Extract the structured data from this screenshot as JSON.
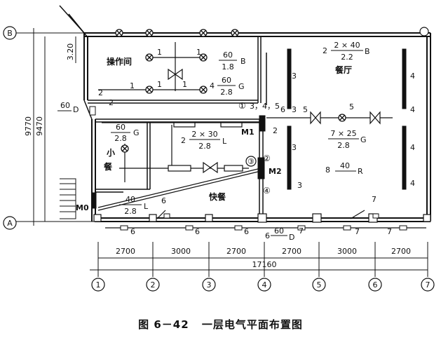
{
  "caption": {
    "figure_no": "图 6－42",
    "title": "一层电气平面布置图"
  },
  "axes": {
    "horizontal_labels": [
      "1",
      "2",
      "3",
      "4",
      "5",
      "6",
      "7"
    ],
    "vertical_labels": [
      "A",
      "B"
    ]
  },
  "dimensions": {
    "spans": [
      "2700",
      "3000",
      "2700",
      "2700",
      "3000",
      "2700"
    ],
    "total": "17160",
    "left_outer": "9770",
    "left_inner": "9470",
    "top_small": "3.20"
  },
  "rooms": {
    "control": "操作间",
    "dining": "餐厅",
    "fast_food": "快餐",
    "small_top": "小",
    "small_bottom": "餐"
  },
  "panels": {
    "m0": "M0",
    "m1": "M1",
    "m2": "M2"
  },
  "fixtures": {
    "control_top": {
      "num": "60",
      "den": "1.8",
      "suffix": "B"
    },
    "control_mid": {
      "prefix": "4",
      "num": "60",
      "den": "2.8",
      "suffix": "G"
    },
    "dining_top": {
      "prefix": "2",
      "num": "2 × 40",
      "den": "2.2",
      "suffix": "B"
    },
    "dining_mid": {
      "num": "7 × 25",
      "den": "2.8",
      "suffix": "G"
    },
    "dining_bottom": {
      "prefix": "8",
      "num": "40",
      "suffix": "R"
    },
    "fast_food_top": {
      "prefix": "2",
      "num": "2 × 30",
      "den": "2.8",
      "suffix": "L"
    },
    "small_room": {
      "num": "60",
      "den": "2.8",
      "suffix": "G"
    },
    "small_bottom": {
      "num": "40",
      "den": "2.8",
      "suffix": "L"
    },
    "left_wall": {
      "num": "60",
      "suffix": "D"
    },
    "bottom_wall": {
      "prefix": "6",
      "num": "60",
      "suffix": "D",
      "tail": "7"
    }
  },
  "circuit_numbers": {
    "n1": "1",
    "n2": "2",
    "n3": "3",
    "n4": "4",
    "n5": "5",
    "n6": "6",
    "n7": "7",
    "circled1": "①",
    "circled2": "②",
    "circled3": "③",
    "circled4": "④",
    "m1_group": "3，4，5",
    "m1_right": "2"
  }
}
